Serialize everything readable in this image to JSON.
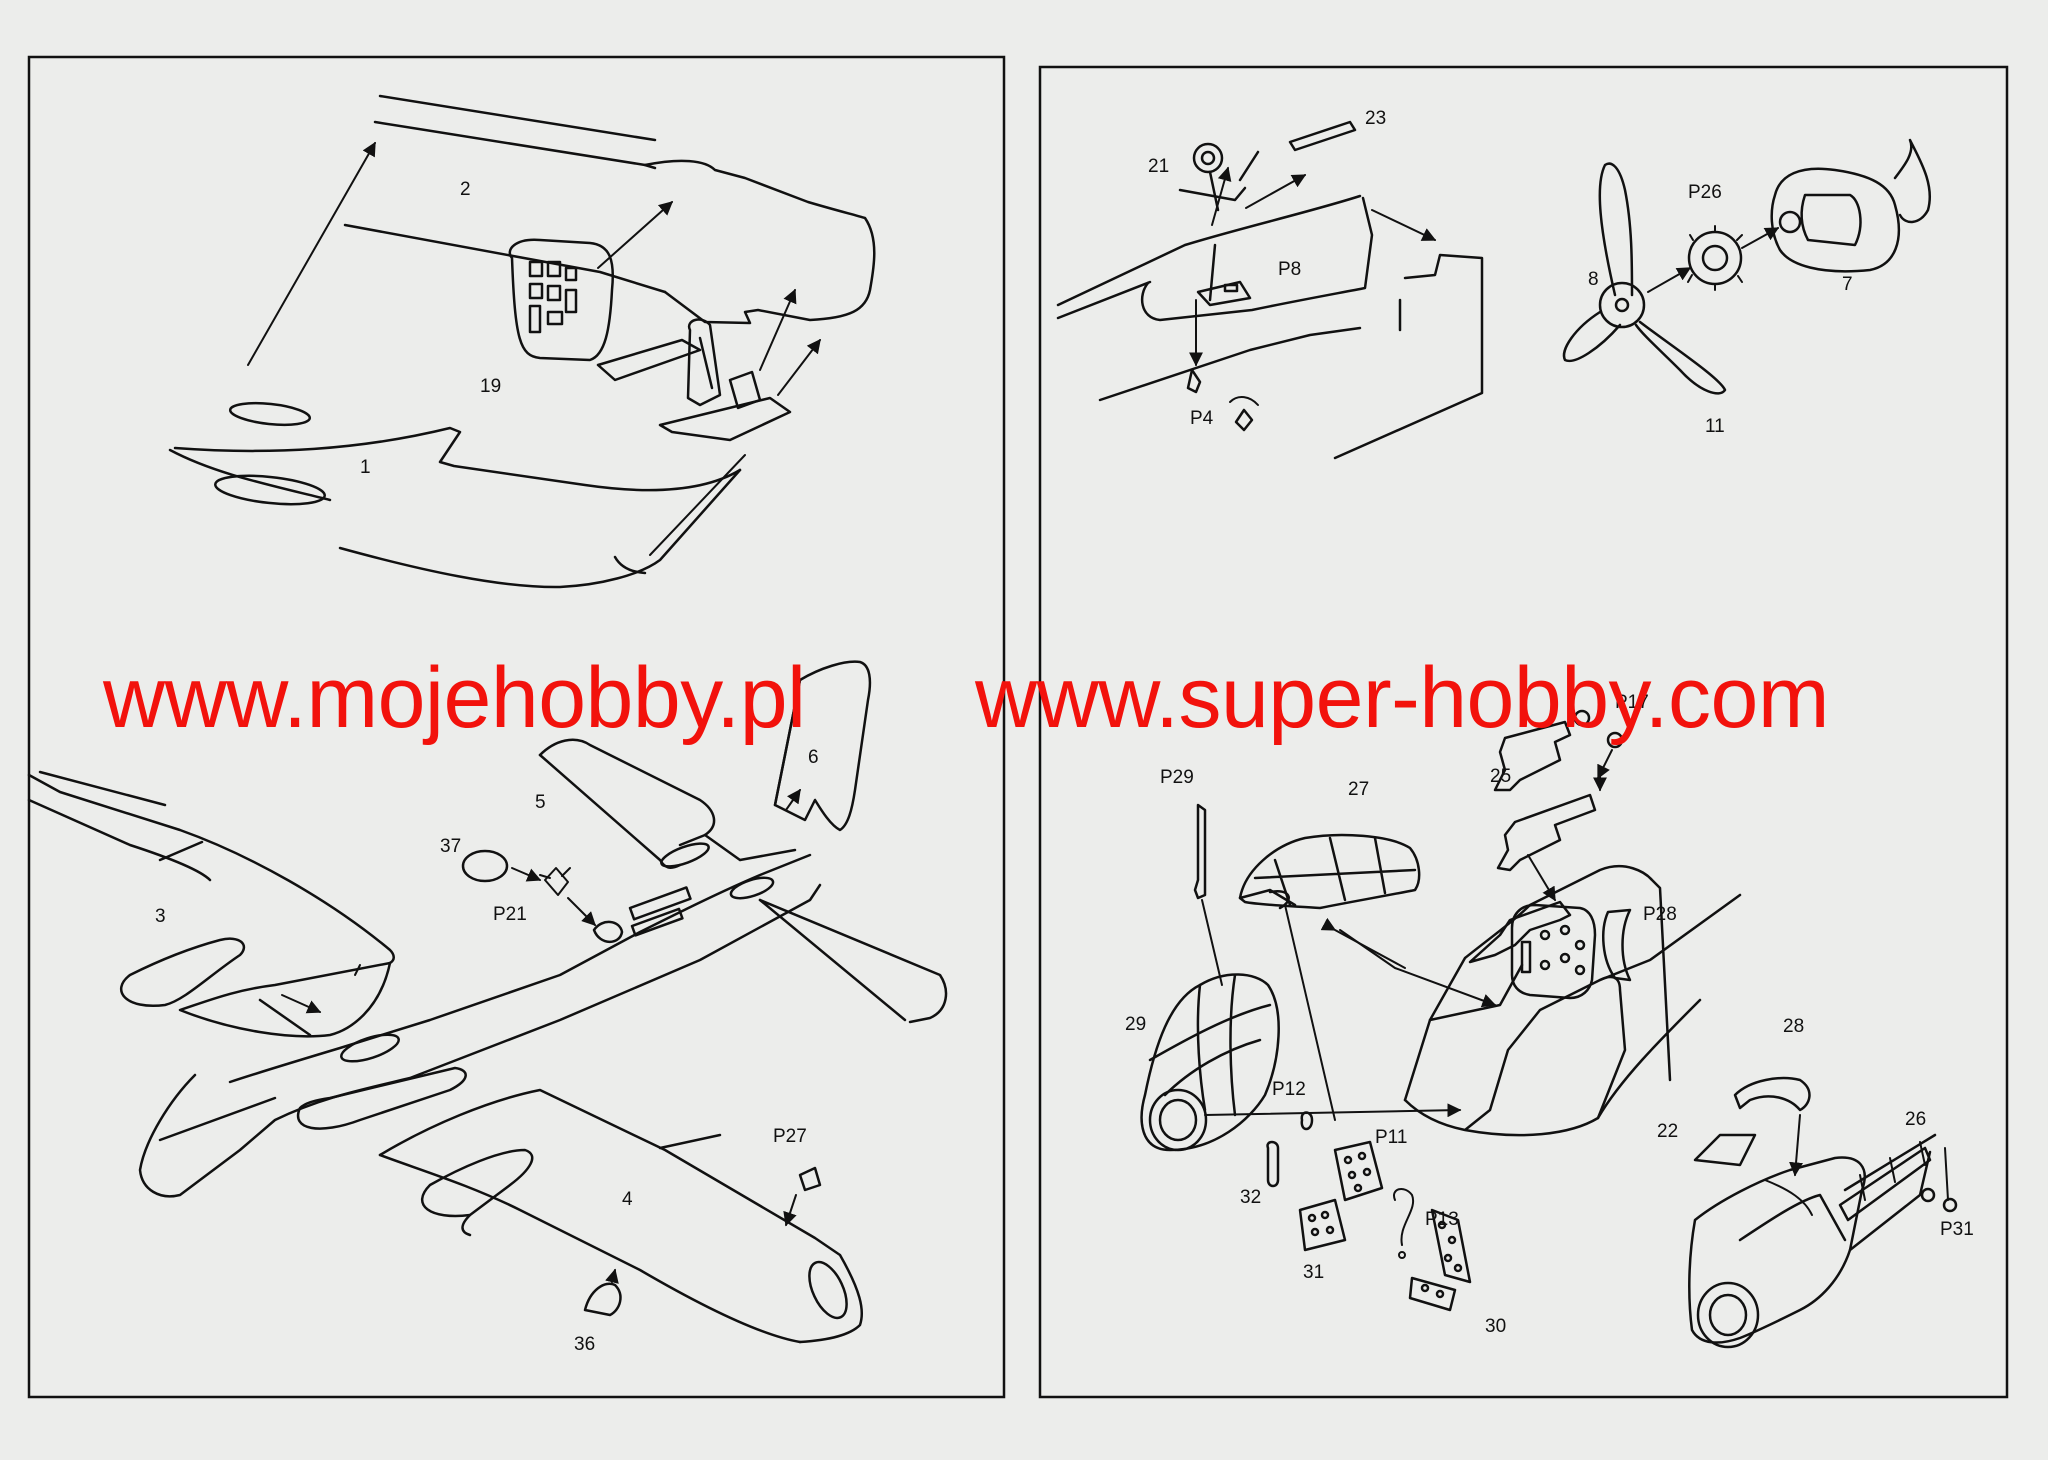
{
  "watermarks": {
    "left": "www.mojehobby.pl",
    "right": "www.super-hobby.com"
  },
  "colors": {
    "paper": "#ecedeb",
    "ink": "#111111",
    "watermark": "#f2120c"
  },
  "panels": {
    "top_left": {
      "part_labels": [
        "2",
        "19",
        "1"
      ]
    },
    "top_right": {
      "part_labels": [
        "21",
        "23",
        "P8",
        "P4",
        "P26",
        "8",
        "7",
        "11"
      ]
    },
    "bottom_left": {
      "part_labels": [
        "6",
        "5",
        "37",
        "P21",
        "3",
        "P27",
        "4",
        "36"
      ]
    },
    "bottom_right": {
      "part_labels": [
        "P17",
        "25",
        "P29",
        "27",
        "P28",
        "29",
        "28",
        "P12",
        "P11",
        "22",
        "26",
        "32",
        "P31",
        "P13",
        "31",
        "30"
      ]
    }
  }
}
